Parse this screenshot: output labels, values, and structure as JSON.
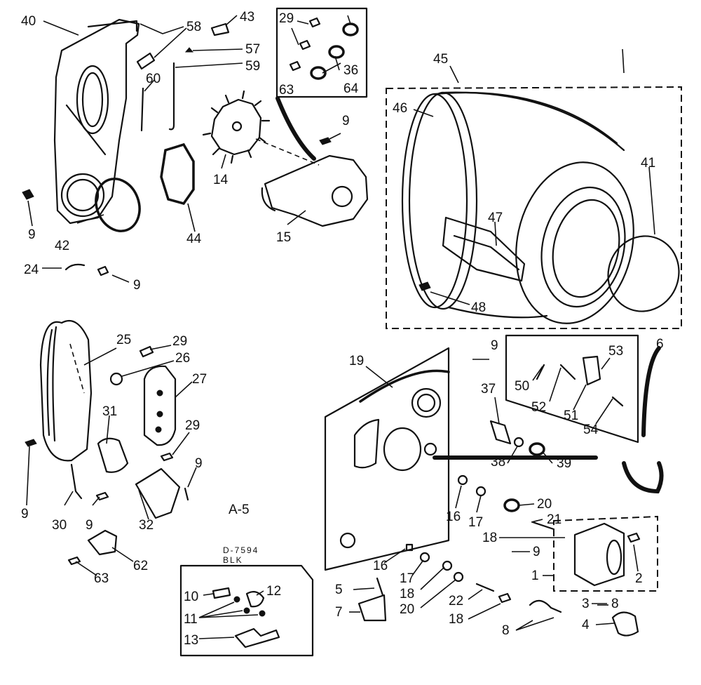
{
  "diagram": {
    "sheet_code": "A-5",
    "note_code_line1": "D-7594",
    "note_code_line2": "BLK",
    "labels": {
      "l40": "40",
      "l58": "58",
      "l43": "43",
      "l29a": "29",
      "l36": "36",
      "l64": "64",
      "l63a": "63",
      "l57": "57",
      "l59": "59",
      "l60": "60",
      "l14": "14",
      "l9a": "9",
      "l15": "15",
      "l44": "44",
      "l9b": "9",
      "l42": "42",
      "l24": "24",
      "l9c": "9",
      "l45": "45",
      "l46": "46",
      "l41": "41",
      "l47": "47",
      "l48": "48",
      "l25": "25",
      "l29b": "29",
      "l26": "26",
      "l27": "27",
      "l31": "31",
      "l29c": "29",
      "l9d": "9",
      "l9e": "9",
      "l30": "30",
      "l9f": "9",
      "l32": "32",
      "l62": "62",
      "l63b": "63",
      "l10": "10",
      "l12": "12",
      "l11": "11",
      "l13": "13",
      "l19": "19",
      "l9g": "9",
      "l37": "37",
      "l50": "50",
      "l52": "52",
      "l51": "51",
      "l53": "53",
      "l54": "54",
      "l6": "6",
      "l38": "38",
      "l39": "39",
      "l16a": "16",
      "l17a": "17",
      "l20a": "20",
      "l21": "21",
      "l18a": "18",
      "l9h": "9",
      "l1": "1",
      "l2": "2",
      "l16b": "16",
      "l17b": "17",
      "l18b": "18",
      "l5": "5",
      "l7": "7",
      "l20b": "20",
      "l22": "22",
      "l18c": "18",
      "l3": "3",
      "l8a": "8",
      "l8b": "8",
      "l4": "4"
    }
  }
}
